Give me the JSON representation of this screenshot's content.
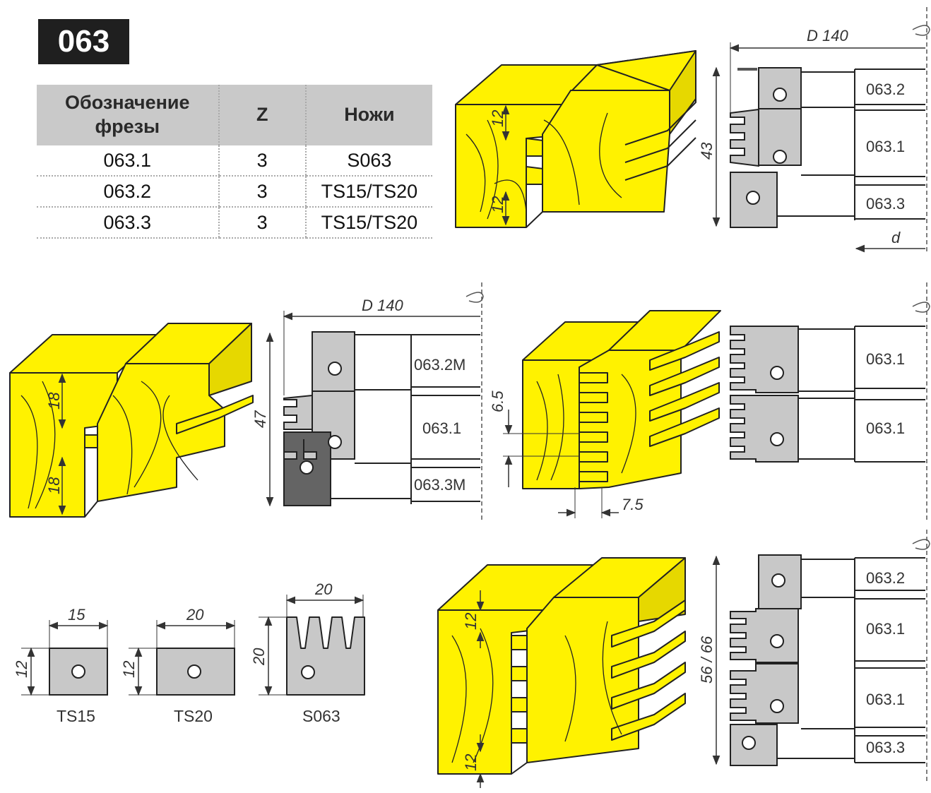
{
  "code": "063",
  "table": {
    "headers": [
      "Обозначение фрезы",
      "Z",
      "Ножи"
    ],
    "rows": [
      [
        "063.1",
        "3",
        "S063"
      ],
      [
        "063.2",
        "3",
        "TS15/TS20"
      ],
      [
        "063.3",
        "3",
        "TS15/TS20"
      ]
    ]
  },
  "diagram1": {
    "diameter": "D 140",
    "height": "43",
    "bore": "d",
    "dim_top": "12",
    "dim_bottom": "12",
    "parts": [
      "063.2",
      "063.1",
      "063.3"
    ]
  },
  "diagram2": {
    "diameter": "D 140",
    "height": "47",
    "dim_top": "18",
    "dim_bottom": "18",
    "parts": [
      "063.2M",
      "063.1",
      "063.3M"
    ]
  },
  "diagram3": {
    "pitch_v": "6.5",
    "pitch_h": "7.5",
    "parts": [
      "063.1",
      "063.1"
    ]
  },
  "diagram4": {
    "height": "56 / 66",
    "dim_top": "12",
    "dim_bottom": "12",
    "parts": [
      "063.2",
      "063.1",
      "063.1",
      "063.3"
    ]
  },
  "knives": [
    {
      "name": "TS15",
      "width": "15",
      "height": "12"
    },
    {
      "name": "TS20",
      "width": "20",
      "height": "12"
    },
    {
      "name": "S063",
      "width": "20",
      "height": "20"
    }
  ],
  "colors": {
    "wood": "#fff200",
    "steel": "#c8c8c8",
    "dark": "#1f1f1f"
  }
}
